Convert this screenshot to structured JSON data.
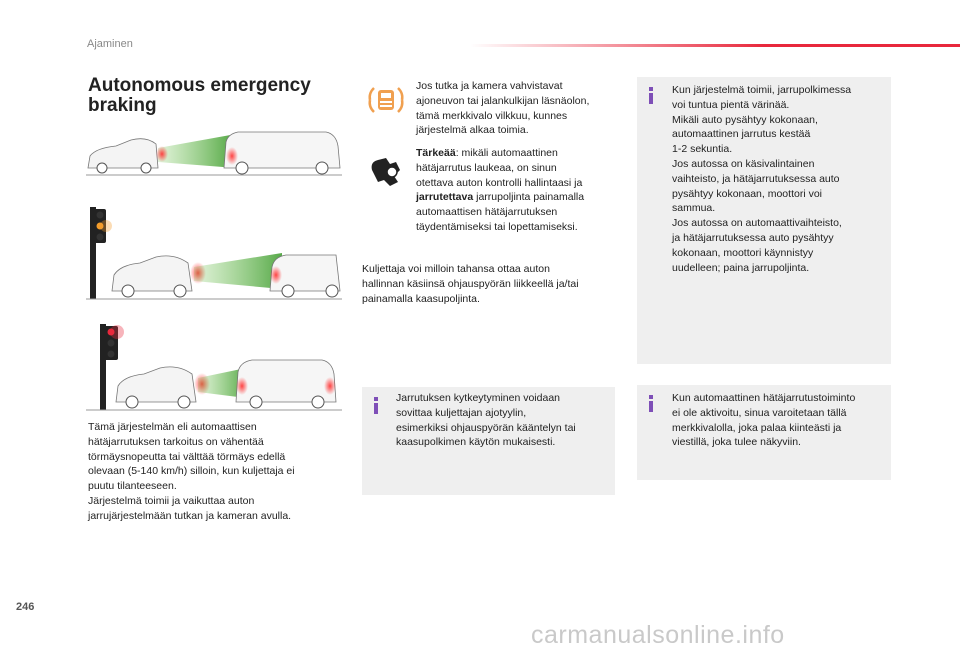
{
  "header": {
    "section": "Ajaminen"
  },
  "title": "Autonomous emergency braking",
  "intro_text": [
    "Tämä järjestelmän eli automaattisen",
    "hätäjarrutuksen tarkoitus on vähentää",
    "törmäysnopeutta tai välttää törmäys edellä",
    "olevaan (5-140 km/h) silloin, kun kuljettaja ei",
    "puutu tilanteeseen.",
    "Järjestelmä toimii ja vaikuttaa auton",
    "jarrujärjestelmään tutkan ja kameran avulla."
  ],
  "warning_light_text": [
    "Jos tutka ja kamera vahvistavat",
    "ajoneuvon tai jalankulkijan läsnäolon,",
    "tämä merkkivalo vilkkuu, kunnes",
    "järjestelmä alkaa toimia."
  ],
  "important": {
    "label": "Tärkeää",
    "line1_rest": ": mikäli automaattinen",
    "lines": [
      "hätäjarrutus laukeaa, on sinun",
      "otettava auton kontrolli hallintaasi ja"
    ],
    "bold_word": "jarrutettava",
    "line_after_bold": " jarrupoljinta painamalla",
    "tail_lines": [
      "automaattisen hätäjarrutuksen",
      "täydentämiseksi tai lopettamiseksi."
    ]
  },
  "driver_text": [
    "Kuljettaja voi milloin tahansa ottaa auton",
    "hallinnan käsiinsä ohjauspyörän liikkeellä ja/tai",
    "painamalla kaasupoljinta."
  ],
  "info_box_1": [
    "Jarrutuksen kytkeytyminen voidaan",
    "sovittaa kuljettajan ajotyylin,",
    "esimerkiksi ohjauspyörän kääntelyn tai",
    "kaasupolkimen käytön mukaisesti."
  ],
  "info_box_2": [
    "Kun järjestelmä toimii, jarrupolkimessa",
    "voi tuntua pientä värinää.",
    "Mikäli auto pysähtyy kokonaan,",
    "automaattinen jarrutus kestää",
    "1-2 sekuntia.",
    "Jos autossa on käsivalintainen",
    "vaihteisto, ja hätäjarrutuksessa auto",
    "pysähtyy kokonaan, moottori voi",
    "sammua.",
    "Jos autossa on automaattivaihteisto,",
    "ja hätäjarrutuksessa auto pysähtyy",
    "kokonaan, moottori käynnistyy",
    "uudelleen; paina jarrupoljinta."
  ],
  "info_box_3": [
    "Kun automaattinen hätäjarrutustoiminto",
    "ei ole aktivoitu, sinua varoitetaan tällä",
    "merkkivalolla, joka palaa kiinteästi ja",
    "viestillä, joka tulee näkyviin."
  ],
  "page_number": "246",
  "watermark": "carmanualsonline.info",
  "colors": {
    "accent_red": "#e8283c",
    "warning_orange": "#f0a050",
    "info_purple": "#7e4fb7",
    "note_bg": "#efefef"
  },
  "icons": [
    "warning-light-icon",
    "steering-hand-icon",
    "info-icon",
    "traffic-light-icon"
  ]
}
